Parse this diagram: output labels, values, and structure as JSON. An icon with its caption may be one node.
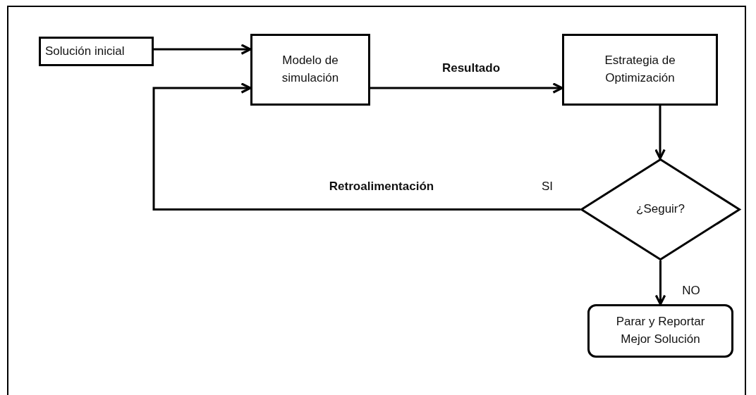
{
  "diagram": {
    "nodes": [
      {
        "text": [
          "Solución inicial"
        ]
      },
      {
        "text": [
          "Modelo de simulación"
        ]
      },
      {
        "text": [
          "Estrategia de Optimización"
        ]
      },
      {
        "text": [
          "¿Seguir?"
        ]
      },
      {
        "text": [
          "Parar y Reportar Mejor Solución"
        ]
      }
    ],
    "edges": [
      {
        "from": 0,
        "to": 1,
        "arrow": "to"
      },
      {
        "from": 1,
        "to": 2,
        "arrow": "to",
        "label": "Resultado"
      },
      {
        "from": 2,
        "to": 3,
        "arrow": "to"
      },
      {
        "from": 3,
        "to": 1,
        "arrow": "to",
        "label": "Retroalimentación"
      },
      {
        "from": 3,
        "to": 4,
        "arrow": "to",
        "label": "NO"
      }
    ],
    "labels": [
      "SI"
    ]
  }
}
